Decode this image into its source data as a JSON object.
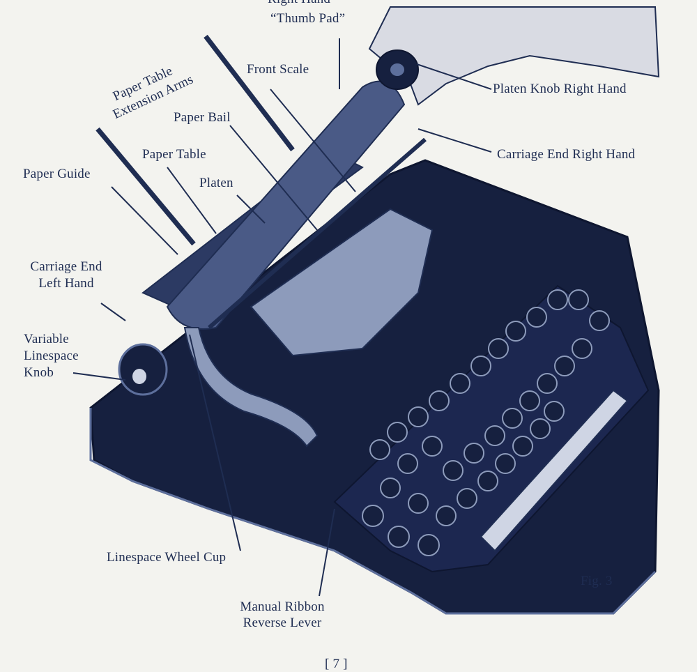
{
  "labels": {
    "thumb_pad_top": "Right Hand",
    "thumb_pad": "“Thumb Pad”",
    "extension_arms_1": "Paper Table",
    "extension_arms_2": "Extension Arms",
    "front_scale": "Front Scale",
    "platen_knob": "Platen Knob Right Hand",
    "paper_bail": "Paper Bail",
    "carriage_end_right": "Carriage End Right Hand",
    "paper_table": "Paper Table",
    "paper_guide": "Paper Guide",
    "platen": "Platen",
    "carriage_end_left_1": "Carriage End",
    "carriage_end_left_2": "Left Hand",
    "linespace_knob_1": "Variable",
    "linespace_knob_2": "Linespace",
    "linespace_knob_3": "Knob",
    "linespace_wheel_cup": "Linespace Wheel Cup",
    "ribbon_lever_1": "Manual Ribbon",
    "ribbon_lever_2": "Reverse Lever",
    "figure": "Fig. 3",
    "page_number": "[ 7 ]"
  },
  "colors": {
    "ink": "#1f2d52",
    "body": "#16203f",
    "highlight": "#5d6f9c",
    "paper": "#f3f3ef"
  }
}
